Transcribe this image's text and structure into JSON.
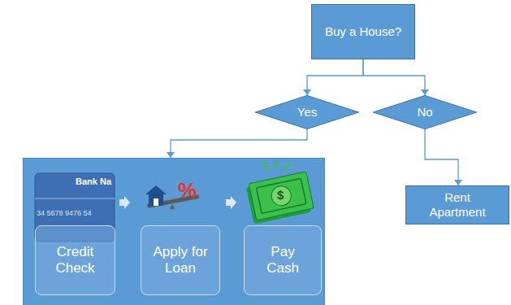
{
  "diagram": {
    "nodes": [
      {
        "text": [
          "Buy a House?"
        ]
      },
      {
        "text": [
          "Yes"
        ]
      },
      {
        "text": [
          "No"
        ]
      },
      {
        "text": []
      },
      {
        "text": [
          "Credit Check"
        ],
        "in": 3
      },
      {
        "text": [
          "Apply for Loan"
        ],
        "in": 3
      },
      {
        "text": [
          "Pay Cash"
        ],
        "in": 3
      },
      {
        "text": [
          "Rent Apartment"
        ]
      }
    ],
    "edges": [
      {
        "from": 0,
        "to": 1,
        "arrow": "to"
      },
      {
        "from": 0,
        "to": 2,
        "arrow": "to"
      },
      {
        "from": 1,
        "to": 3,
        "arrow": "to"
      },
      {
        "from": 2,
        "to": 7,
        "arrow": "to"
      }
    ],
    "labels": [
      "Bank Na",
      "34 5678 9476 54",
      "%",
      "$"
    ]
  }
}
